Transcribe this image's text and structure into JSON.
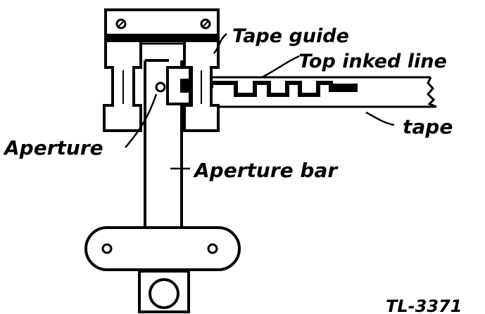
{
  "labels": {
    "tape_guide": "Tape guide",
    "top_inked_line": "Top inked line",
    "tape": "tape",
    "aperture": "Aperture",
    "aperture_bar": "Aperture bar",
    "figure_id": "TL-3371"
  },
  "colors": {
    "ink": "#000000",
    "paper": "#ffffff"
  }
}
